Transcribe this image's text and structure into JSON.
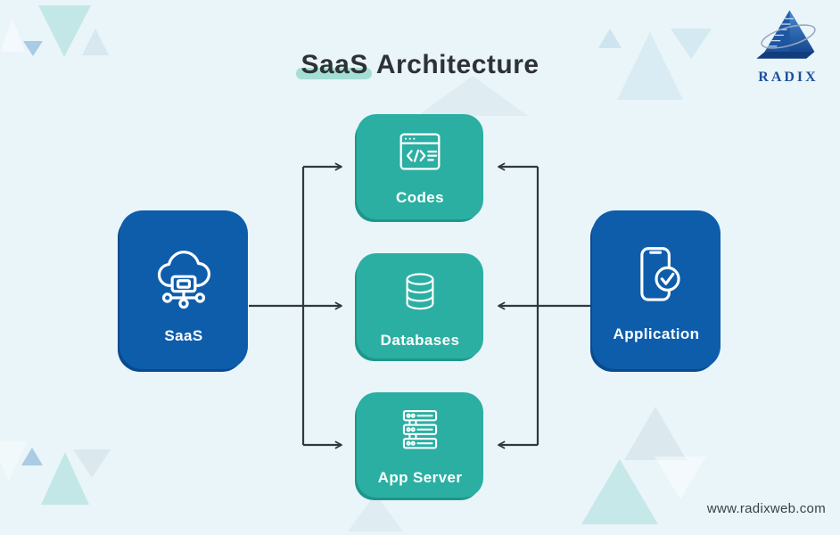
{
  "title": {
    "highlight": "SaaS",
    "rest": "Architecture"
  },
  "logo": {
    "brand": "RADIX"
  },
  "nodes": {
    "saas": {
      "label": "SaaS"
    },
    "codes": {
      "label": "Codes"
    },
    "databases": {
      "label": "Databases"
    },
    "app_server": {
      "label": "App Server"
    },
    "application": {
      "label": "Application"
    }
  },
  "icons": {
    "saas": "cloud-network-icon",
    "codes": "code-window-icon",
    "databases": "database-stack-icon",
    "app_server": "server-rack-icon",
    "application": "mobile-check-icon",
    "logo": "radix-pyramid-icon"
  },
  "footer": {
    "website": "www.radixweb.com"
  },
  "colors": {
    "background": "#e9f5f9",
    "primary_blue": "#0e5dab",
    "teal": "#2bafa2",
    "highlight": "#a5ded5",
    "arrow": "#33383b",
    "title_text": "#2d3237",
    "logo_blue": "#1d4f9f"
  }
}
